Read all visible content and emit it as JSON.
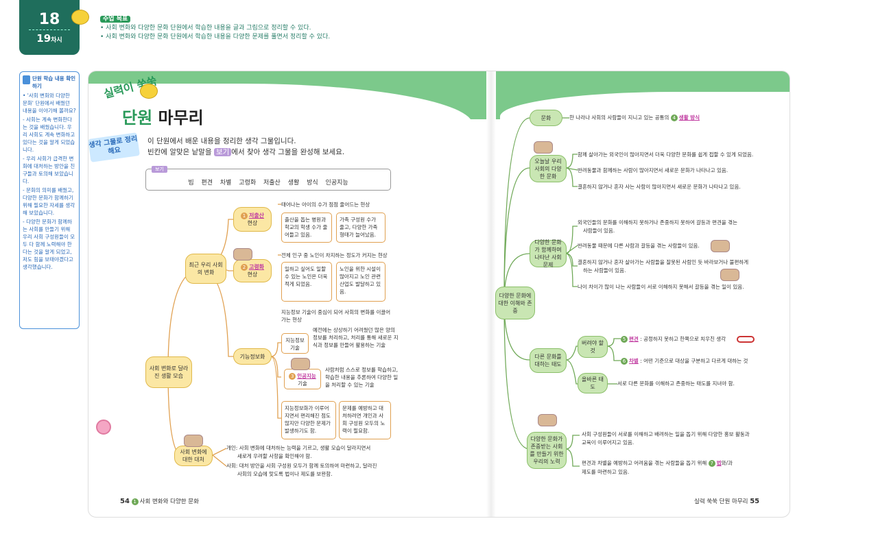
{
  "lesson": {
    "n1": "18",
    "n2": "19",
    "n2_suffix": "차시"
  },
  "goals": {
    "tag": "수업 목표",
    "line1": "• 사회 변화와 다양한 문화 단원에서 학습한 내용을 글과 그림으로 정리할 수 있다.",
    "line2": "• 사회 변화와 다양한 문화 단원에서 학습한 내용을 다양한 문제를 풀면서 정리할 수 있다."
  },
  "sidebar": {
    "heading": "단원 학습 내용 확인하기",
    "paras": [
      "• '사회 변화와 다양한 문화' 단원에서 배웠던 내용을 이야기해 볼까요?",
      "- 사회는 계속 변화한다는 것을 배웠습니다. 우리 사회도 계속 변화하고 있다는 것을 알게 되었습니다.",
      "- 우리 사회가 급격한 변화에 대처하는 방안을 친구들과 토의해 보았습니다.",
      "- 문화의 의미를 배웠고, 다양한 문화가 함께하기 위해 필요한 자세를 생각해 보았습니다.",
      "- 다양한 문화가 함께하는 사회를 만들기 위해 우리 사회 구성원들이 모두 다 함께 노력해야 한다는 것을 알게 되었고, 저도 힘을 보태야겠다고 생각했습니다."
    ]
  },
  "header": {
    "silryeok": "실력이 쑥쑥",
    "title_a": "단원",
    "title_b": " 마무리"
  },
  "think_label": "생각 그물로 정리해요",
  "intro": {
    "line1": "이 단원에서 배운 내용을 정리한 생각 그물입니다.",
    "line2a": "빈칸에 알맞은 낱말을 ",
    "bogi": "보기",
    "line2b": "에서 찾아 생각 그물을 완성해 보세요."
  },
  "bogi": {
    "label": "보기",
    "words": "빔   편견   차별   고령화   저출산   생활 방식   인공지능"
  },
  "left_map": {
    "root": "사회 변화로 달라진 생활 모습",
    "recent": "최근 우리 사회의 변화",
    "n1_num": "1",
    "n1_ans": "저출산",
    "n1_rest": "현상",
    "n1_desc": "태어나는 아이의 수가 점점 줄어드는 현상",
    "n1_box1": "출산을 돕는 병원과 학교의 학생 수가 줄어들고 있음.",
    "n1_box2": "가족 구성원 수가 줄고, 다양한 가족 형태가 늘어났음.",
    "n2_num": "2",
    "n2_ans": "고령화",
    "n2_rest": "현상",
    "n2_desc": "전체 인구 중 노인이 차지하는 정도가 커지는 현상",
    "n2_box1": "일하고 싶어도 일할 수 있는 노인은 더욱 적게 되었음.",
    "n2_box2": "노인을 위한 시설이 많아지고 노인 관련 산업도 발달하고 있음.",
    "info": "기능정보화",
    "info_desc": "지능정보 기술이 중심이 되어 사회의 변화를 이끌어 가는 현상",
    "info_tech": "지능정보 기술",
    "info_tech_desc": "예전에는 상상하기 어려웠던 많은 양의 정보를 처리하고, 처리를 통해 새로운 지식과 정보를 만들어 활용하는 기술",
    "ai_num": "3",
    "ai_ans": "인공지능",
    "ai_rest": "기술",
    "ai_desc": "사람처럼 스스로 정보를 학습하고, 학습한 내용을 추론하여 다양한 일을 처리할 수 있는 기술",
    "info_box1": "지능정보화가 이루어지면서 편리해진 점도 많지만 다양한 문제가 발생하기도 함.",
    "info_box2": "문제를 예방하고 대처하려면 개인과 사회 구성원 모두의 노력이 필요함.",
    "resp": "사회 변화에 대한 대처",
    "resp1": "개인: 사회 변화에 대처하는 능력을 기르고, 생활 모습이 달라지면서",
    "resp1b": "새로게 우려할 사항을 확인해야 함.",
    "resp2": "사회: 대처 방안을 사회 구성원 모두가 함께 토의하여 마련하고, 달라진",
    "resp2b": "사회의 모습에 맞도록 법이나 제도를 보완함."
  },
  "right_map": {
    "root": "다양한 문화에 대한 이해와 존중",
    "culture": "문화",
    "culture_desc": "한 나라나 사회의 사람들이 지니고 있는 공통의",
    "culture_num": "4",
    "culture_ans": "생활 방식",
    "today": "오늘날 우리 사회의 다양한 문화",
    "today1": "함께 살아가는 외국인이 많아지면서 더욱 다양한 문화를 쉽게 접할 수 있게 되었음.",
    "today2": "반려동물과 함께하는 사람이 많아지면서 새로운 문화가 나타나고 있음.",
    "today3": "결혼하지 않거나 혼자 사는 사람이 많아지면서 새로운 문화가 나타나고 있음.",
    "prob": "다양한 문화가 함께하며 나타난 사회 문제",
    "prob1": "외국인들의 문화를 이해하지 못하거나 존중하지 못하여 갈등과 편견을 겪는",
    "prob1b": "사람들이 있음.",
    "prob2": "반려동물 때문에 다른 사람과 갈등을 겪는 사람들이 있음.",
    "prob3": "결혼하지 않거나 혼자 살아가는 사람들을 잘못된 사람인 듯 바라보거나 불편하게",
    "prob3b": "하는 사람들이 있음.",
    "prob4": "나이 차이가 많이 나는 사람들이 서로 이해하지 못해서 갈등을 겪는 일이 있음.",
    "attitude": "다른 문화를 대하는 태도",
    "avoid": "버려야 할 것",
    "a5_num": "5",
    "a5_ans": "편견",
    "a5_desc": ": 공정하지 못하고 한쪽으로 치우친 생각",
    "a6_num": "6",
    "a6_ans": "차별",
    "a6_desc": ": 어떤 기준으로 대상을 구분하고 다르게 대하는 것",
    "right": "올바른 태도",
    "right_desc": "서로 다른 문화를 이해하고 존중하는 태도를 지녀야 함.",
    "effort": "다양한 문화가 존중받는 사회를 만들기 위한 우리의 노력",
    "eff1": "사회 구성원들이 서로를 이해하고 배려하는 일을 돕기 위해 다양한 홍보 활동과",
    "eff1b": "교육이 이루어지고 있음.",
    "eff2a": "편견과 차별을 예방하고 어려움을 겪는 사람들을 돕기 위해",
    "eff2_num": "7",
    "eff2_ans": "법",
    "eff2b": "와/과",
    "eff2c": "제도를 마련하고 있음."
  },
  "footer": {
    "left_num": "54",
    "left_badge": "1",
    "left_text": "사회 변화와 다양한 문화",
    "right_text": "실력 쑥쑥 단원 마무리",
    "right_num": "55"
  }
}
